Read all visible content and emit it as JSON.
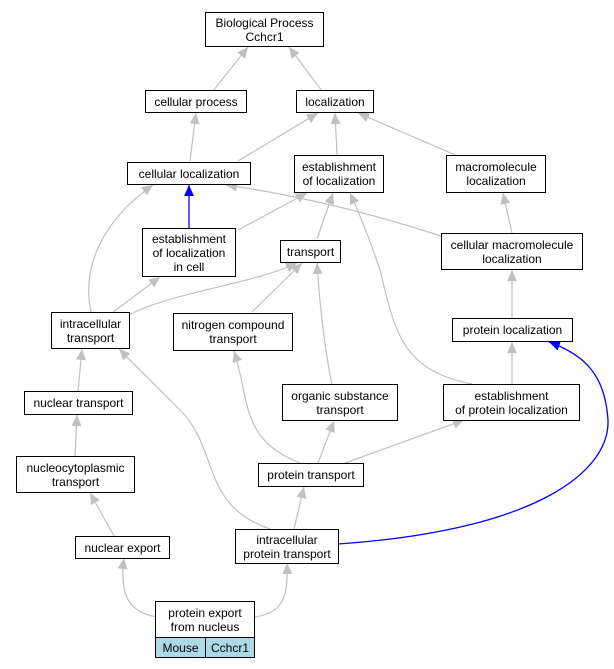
{
  "diagram": {
    "nodes": {
      "bp": "Biological Process\nCchcr1",
      "cp": "cellular process",
      "loc": "localization",
      "cl": "cellular localization",
      "eol": "establishment\nof localization",
      "ml": "macromolecule\nlocalization",
      "elc": "establishment\nof localization\nin cell",
      "tr": "transport",
      "cml": "cellular macromolecule\nlocalization",
      "it": "intracellular\ntransport",
      "nct": "nitrogen compound\ntransport",
      "pl": "protein localization",
      "nt": "nuclear transport",
      "ost": "organic substance\ntransport",
      "epl": "establishment\nof protein localization",
      "nuc": "nucleocytoplasmic\ntransport",
      "pt": "protein transport",
      "ne": "nuclear export",
      "ipt": "intracellular\nprotein transport",
      "pen": "protein export\nfrom nucleus"
    },
    "tags": {
      "species": "Mouse",
      "gene": "Cchcr1"
    },
    "colors": {
      "default_edge": "#c0c0c0",
      "highlight_edge": "#0000ff",
      "tag_fill": "#add8e6"
    }
  }
}
